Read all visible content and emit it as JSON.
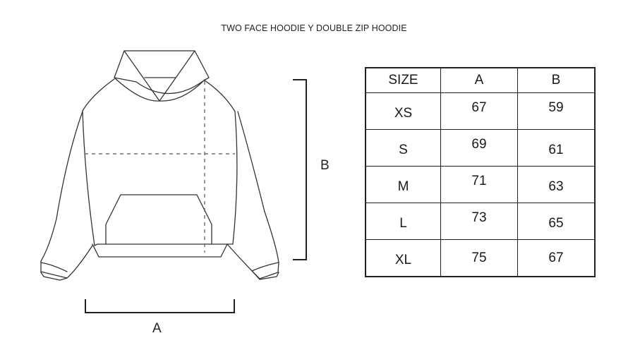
{
  "title": "TWO FACE HOODIE Y DOUBLE ZIP HOODIE",
  "diagram": {
    "measure_a_label": "A",
    "measure_b_label": "B"
  },
  "size_table": {
    "headers": [
      "SIZE",
      "A",
      "B"
    ],
    "rows": [
      {
        "size": "XS",
        "a": "67",
        "b": "59"
      },
      {
        "size": "S",
        "a": "69",
        "b": "61"
      },
      {
        "size": "M",
        "a": "71",
        "b": "63"
      },
      {
        "size": "L",
        "a": "73",
        "b": "65"
      },
      {
        "size": "XL",
        "a": "75",
        "b": "67"
      }
    ]
  },
  "colors": {
    "line": "#222222",
    "background": "#ffffff"
  }
}
